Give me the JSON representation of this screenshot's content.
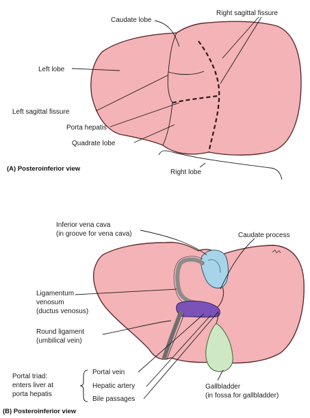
{
  "figure_a": {
    "caption": "(A) Posteroinferior view",
    "labels": {
      "caudate_lobe": "Caudate lobe",
      "right_sagittal_fissure": "Right sagittal fissure",
      "left_lobe": "Left lobe",
      "left_sagittal_fissure": "Left sagittal fissure",
      "porta_hepatis": "Porta hepatis",
      "quadrate_lobe": "Quadrate lobe",
      "right_lobe": "Right lobe"
    }
  },
  "figure_b": {
    "caption": "(B) Posteroinferior view",
    "labels": {
      "ivc_line1": "Inferior vena cava",
      "ivc_line2": "(in groove for vena cava)",
      "caudate_process": "Caudate process",
      "lig_venosum_line1": "Ligamentum",
      "lig_venosum_line2": "venosum",
      "lig_venosum_line3": "(ductus venosus)",
      "round_lig_line1": "Round ligament",
      "round_lig_line2": "(umbilical vein)",
      "portal_triad_line1": "Portal triad:",
      "portal_triad_line2": "enters liver at",
      "portal_triad_line3": "porta hepatis",
      "portal_vein": "Portal vein",
      "hepatic_artery": "Hepatic artery",
      "bile_passages": "Bile passages",
      "gallbladder_line1": "Gallbladder",
      "gallbladder_line2": "(in fossa for gallbladder)"
    }
  },
  "colors": {
    "liver": "#f4b3b6",
    "liver_outline": "#5a2a2e",
    "vena_cava": "#a8d4ea",
    "portal_vein": "#7b52b8",
    "gallbladder": "#cfe8c4",
    "ligament": "#8c8c8c"
  }
}
